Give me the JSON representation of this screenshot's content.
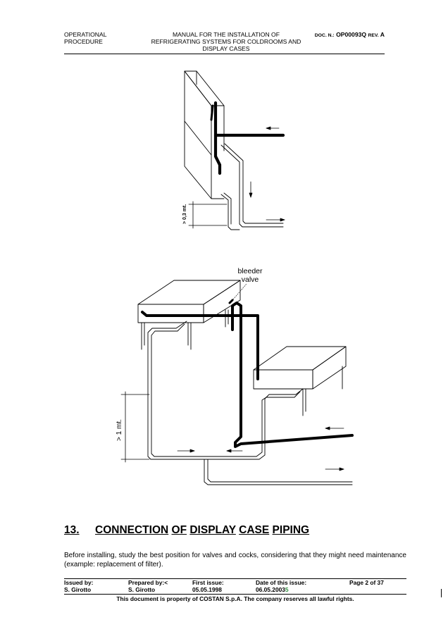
{
  "header": {
    "left_line1": "OPERATIONAL",
    "left_line2": "PROCEDURE",
    "title_line1": "MANUAL FOR THE INSTALLATION OF",
    "title_line2": "REFRIGERATING SYSTEMS FOR COLDROOMS AND",
    "title_line3": "DISPLAY CASES",
    "doc_prefix": "Doc. N.:",
    "doc_number": "OP00093Q",
    "rev_label": "rev.",
    "rev_value": "A"
  },
  "figure1": {
    "height_label": "> 0,3 mt."
  },
  "figure2": {
    "valve_label_line1": "bleeder",
    "valve_label_line2": "valve",
    "height_label": "> 1 mt."
  },
  "section": {
    "number": "13.",
    "word1": "CONNECTION",
    "word2": "OF",
    "word3": "DISPLAY",
    "word4": "CASE",
    "word5": "PIPING",
    "paragraph": "Before installing, study the best position for valves and cocks, considering that they might need maintenance (example: replacement of filter)."
  },
  "footer": {
    "issued_label": "Issued by:",
    "issued_value": "S. Girotto",
    "prepared_label": "Prepared by:<",
    "prepared_value": "S. Girotto",
    "first_issue_label": "First issue:",
    "first_issue_value": "05.05.1998",
    "date_label": "Date of this issue:",
    "date_value_main": "06.05.2003",
    "date_value_tail": "5",
    "page": "Page 2 of 37",
    "notice": "This document is property of COSTAN S.p.A. The company reserves all lawful rights."
  },
  "colors": {
    "ink": "#000000",
    "accent": "#2f8f3f"
  }
}
